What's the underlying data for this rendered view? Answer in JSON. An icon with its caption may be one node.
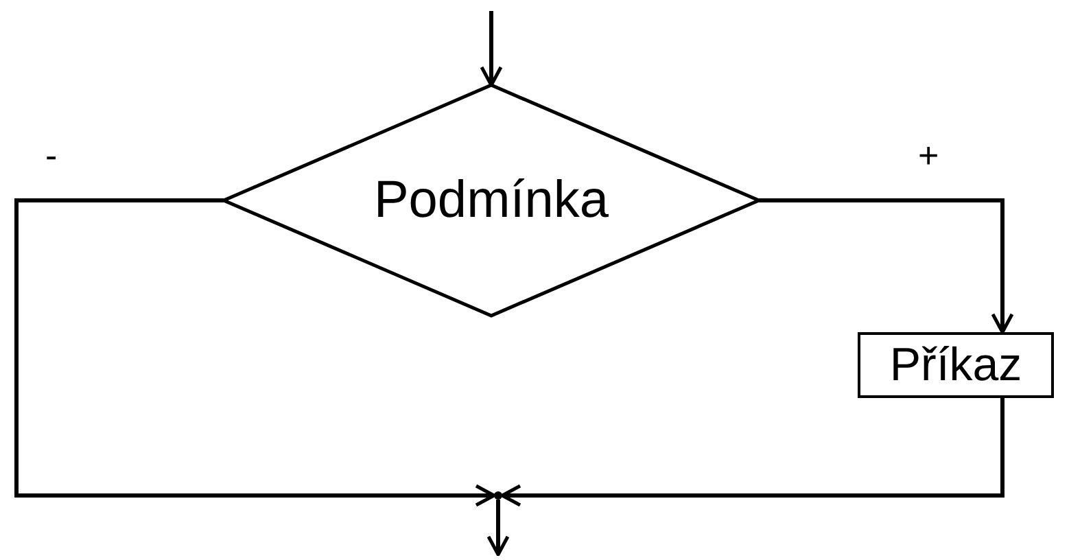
{
  "diagram": {
    "nodes": [
      {
        "text": [
          "Podmínka"
        ]
      },
      {
        "text": [
          "Příkaz"
        ]
      },
      {
        "text": [],
        "shape": "point"
      }
    ],
    "edges": [
      {
        "from": null,
        "to": 0,
        "arrow": "to"
      },
      {
        "from": 0,
        "to": 1,
        "label": "+",
        "arrow": "to"
      },
      {
        "from": 0,
        "to": 2,
        "label": "-",
        "arrow": "to"
      },
      {
        "from": 1,
        "to": 2,
        "arrow": "to"
      },
      {
        "from": 2,
        "to": null,
        "arrow": "to"
      }
    ]
  }
}
